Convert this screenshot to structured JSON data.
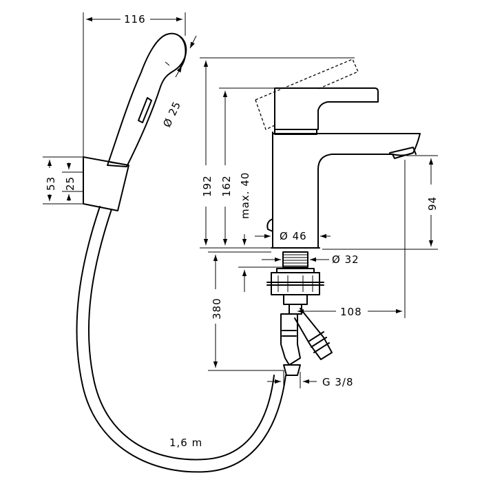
{
  "drawing": {
    "dimensions": {
      "shower_width": "116",
      "shower_head_diameter": "Ø 25",
      "holder_outer": "53",
      "holder_inner": "25",
      "height_total": "192",
      "height_spout": "162",
      "height_max": "max. 40",
      "body_diameter": "Ø 46",
      "thread_diameter": "Ø 32",
      "spout_height": "94",
      "below_height": "380",
      "spout_reach": "108",
      "connection_thread": "G 3/8",
      "hose_length": "1,6 m"
    }
  }
}
